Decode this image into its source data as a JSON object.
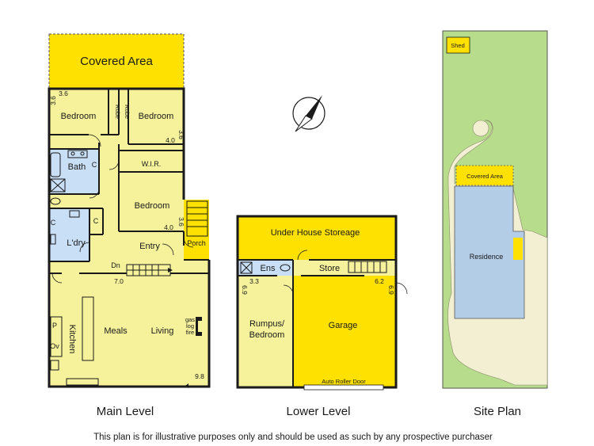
{
  "captions": {
    "main_level": "Main Level",
    "lower_level": "Lower Level",
    "site_plan": "Site Plan"
  },
  "disclaimer": "This plan is for illustrative purposes only and should be used as such by any prospective purchaser",
  "main_level": {
    "covered_area": "Covered Area",
    "bedroom_1": "Bedroom",
    "bedroom_2": "Bedroom",
    "bedroom_3": "Bedroom",
    "robe_1": "Robe",
    "robe_2": "Robe",
    "wir": "W.I.R.",
    "bath": "Bath",
    "laundry": "L'dry",
    "cupboard_1": "C",
    "cupboard_2": "C",
    "cupboard_3": "C",
    "entry": "Entry",
    "porch": "Porch",
    "dn": "Dn",
    "kitchen": "Kitchen",
    "meals": "Meals",
    "living": "Living",
    "pantry": "P",
    "oven": "Ov",
    "fire": [
      "gas",
      "log",
      "fire"
    ],
    "dims": {
      "bed1_w": "3.6",
      "bed1_h": "3.6",
      "bed2_h": "3.6",
      "bed2_w": "4.0",
      "bed3_h": "3.6",
      "bed3_w": "4.0",
      "living_d": "7.0",
      "living_w": "9.8"
    }
  },
  "lower_level": {
    "storage": "Under House Storeage",
    "ensuite": "Ens",
    "store": "Store",
    "rumpus": [
      "Rumpus/",
      "Bedroom"
    ],
    "garage": "Garage",
    "roller_door": "Auto Roller Door",
    "dims": {
      "rumpus_w": "3.3",
      "rumpus_h": "6.9",
      "garage_w": "6.2",
      "garage_h": "6.9"
    }
  },
  "site_plan": {
    "shed": "Shed",
    "covered_area": "Covered Area",
    "residence": "Residence"
  },
  "colors": {
    "living": "#f6f29b",
    "service": "#c9dff5",
    "outdoor": "#ffe100",
    "lawn": "#b6dc8c",
    "building": "#b3cde6",
    "paving": "#f3efd2"
  }
}
